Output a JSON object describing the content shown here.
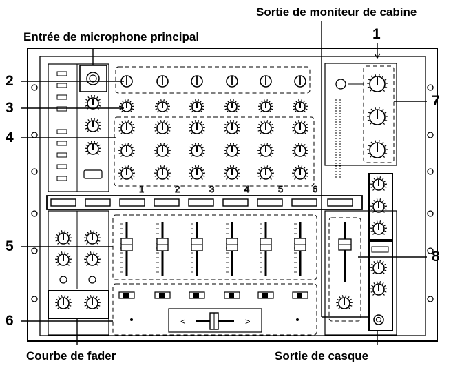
{
  "labels": {
    "monitor_out": "Sortie de moniteur de cabine",
    "main_mic_in": "Entrée de microphone principal",
    "fader_curve": "Courbe de fader",
    "headphone_out": "Sortie de casque"
  },
  "callouts": {
    "n1": "1",
    "n2": "2",
    "n3": "3",
    "n4": "4",
    "n5": "5",
    "n6": "6",
    "n7": "7",
    "n8": "8"
  },
  "channel_numbers": [
    "1",
    "2",
    "3",
    "4",
    "5",
    "6"
  ],
  "crossfader": {
    "left_arrow": "<",
    "right_arrow": ">"
  },
  "colors": {
    "line": "#000000",
    "panel": "#ffffff",
    "knob_fill": "#ffffff"
  }
}
